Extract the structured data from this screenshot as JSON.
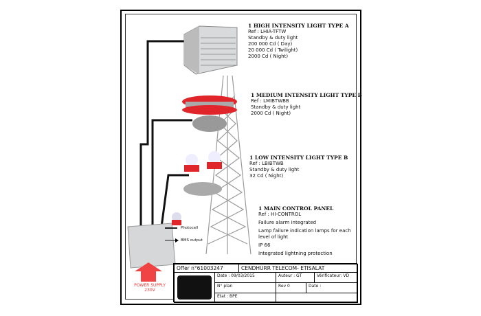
{
  "lights": [
    {
      "title": "1 HIGH INTENSITY LIGHT TYPE A",
      "lines": [
        "Ref : LHIA-TFTW",
        "Standby & duty light",
        "200 000 Cd ( Day)",
        "20 000  Cd ( Twilight)",
        "2000 Cd ( Night)"
      ]
    },
    {
      "title": "1 MEDIUM INTENSITY LIGHT TYPE B",
      "lines": [
        "Ref : LMIBTWBB",
        "Standby & duty light",
        "2000 Cd ( Night)"
      ]
    },
    {
      "title": "1 LOW INTENSITY LIGHT TYPE B",
      "lines": [
        "Ref : LBIBTWB",
        "Standby & duty light",
        "32  Cd ( Night)"
      ]
    }
  ],
  "panel": {
    "title": "1 MAIN CONTROL PANEL",
    "ref": "Ref : HI-CONTROL",
    "lines": [
      "Failure alarm integrated",
      "Lamp failure indication lamps for each level of light",
      "IP 66",
      "Integrated lightning protection"
    ]
  },
  "labels": {
    "photocell": "Photocell",
    "bms": "BMS output",
    "power_supply": "POWER SUPPLY",
    "voltage": "230V"
  },
  "title_block": {
    "offer": "Offer n°61003247",
    "client": "CENDHURR TELECOM- ETISALAT",
    "date": "Date : 09/03/2015",
    "author": "Auteur : GT",
    "verifier": "Vérificateur: VD",
    "plan": "N° plan",
    "rev": "Rev 0",
    "date2": "Date :",
    "etat": "Etat : BPE"
  },
  "colors": {
    "red": "#e0262b",
    "arrow": "#f04444"
  }
}
